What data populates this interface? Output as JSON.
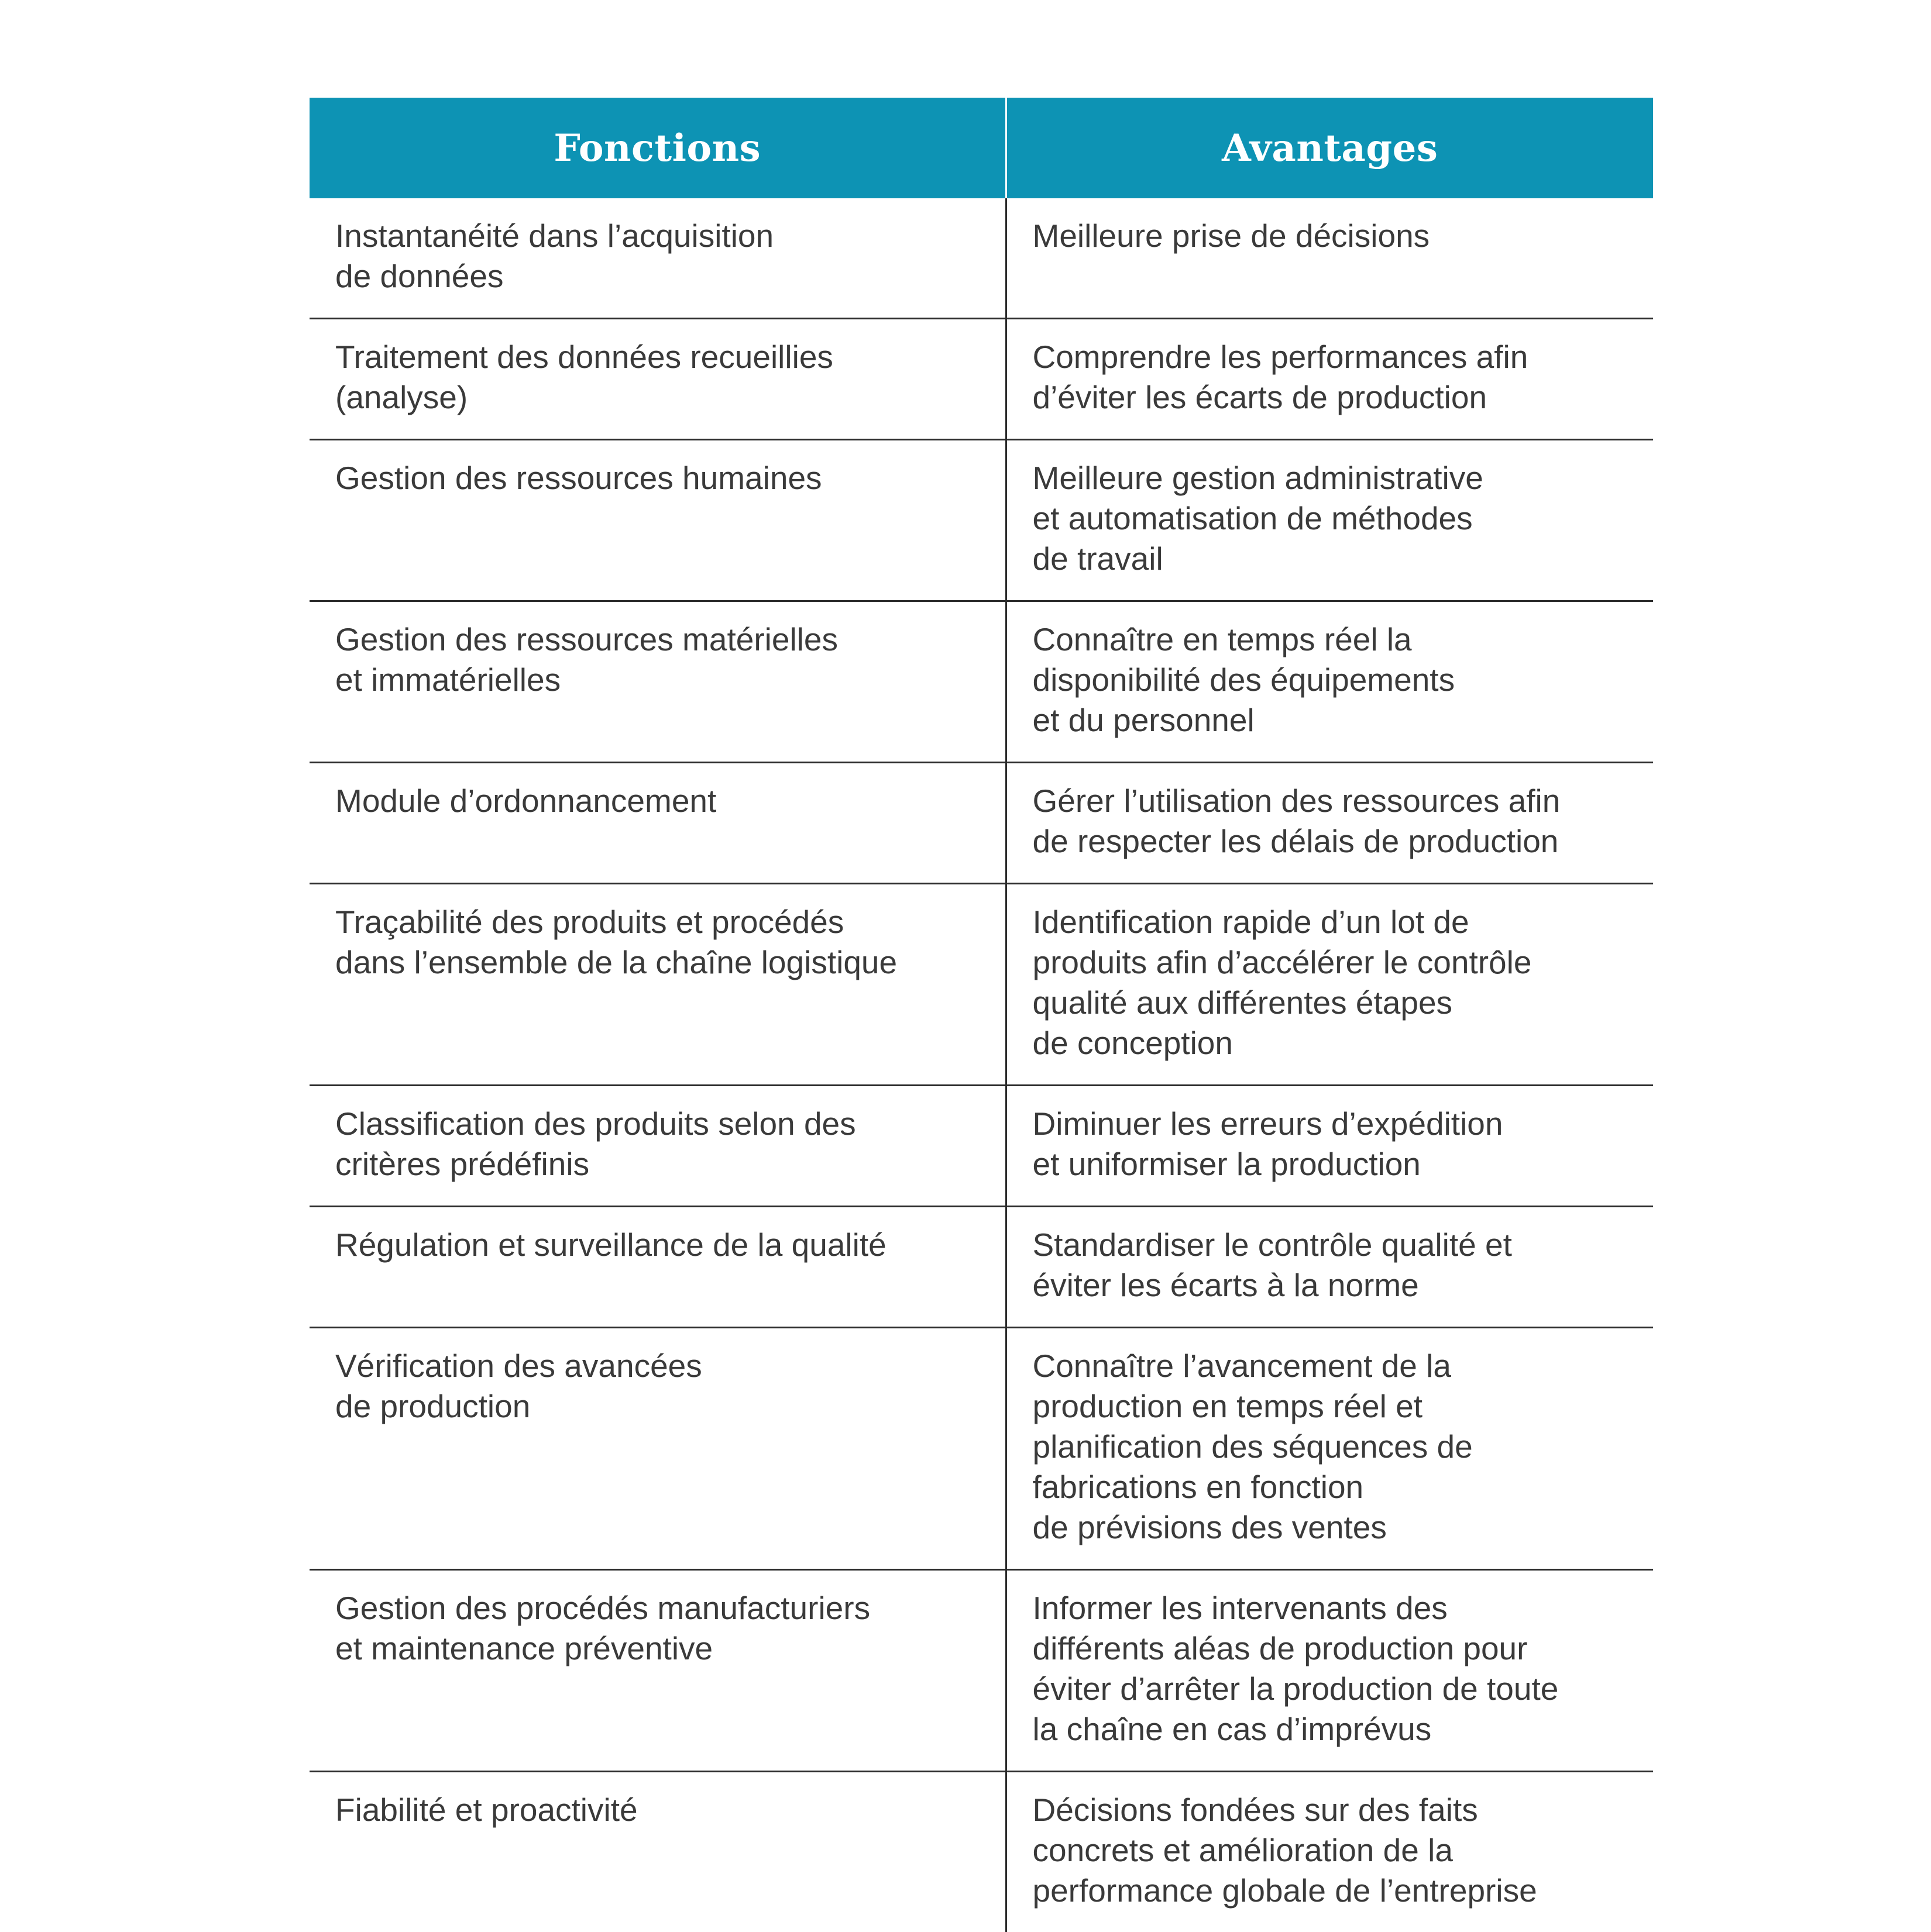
{
  "header": {
    "col1": "Fonctions",
    "col2": "Avantages"
  },
  "rows": [
    {
      "fonction": "Instantanéité dans l’acquisition\nde données",
      "avantage": "Meilleure prise de décisions"
    },
    {
      "fonction": "Traitement des données recueillies\n(analyse)",
      "avantage": "Comprendre les performances afin\nd’éviter les écarts de production"
    },
    {
      "fonction": "Gestion des ressources humaines",
      "avantage": "Meilleure gestion administrative\net automatisation de méthodes\nde travail"
    },
    {
      "fonction": "Gestion des ressources matérielles\net immatérielles",
      "avantage": "Connaître en temps réel la\ndisponibilité des équipements\net du personnel"
    },
    {
      "fonction": "Module d’ordonnancement",
      "avantage": "Gérer l’utilisation des ressources afin\nde respecter les délais de production"
    },
    {
      "fonction": "Traçabilité des produits et procédés\ndans l’ensemble de la chaîne logistique",
      "avantage": "Identification rapide d’un lot de\nproduits afin d’accélérer le contrôle\nqualité aux différentes étapes\nde conception"
    },
    {
      "fonction": "Classification des produits selon des\ncritères prédéfinis",
      "avantage": "Diminuer les erreurs d’expédition\n et uniformiser la production"
    },
    {
      "fonction": "Régulation et surveillance de la qualité",
      "avantage": "Standardiser le contrôle qualité et\néviter les écarts à la norme"
    },
    {
      "fonction": "Vérification des avancées\nde production",
      "avantage": "Connaître l’avancement de la\nproduction en temps réel et\nplanification des séquences de\nfabrications en fonction\nde prévisions des ventes"
    },
    {
      "fonction": "Gestion des procédés manufacturiers\net maintenance préventive",
      "avantage": "Informer les intervenants des\ndifférents aléas de production pour\néviter d’arrêter la production de toute\nla chaîne en cas d’imprévus"
    },
    {
      "fonction": "Fiabilité et proactivité",
      "avantage": "Décisions fondées sur des faits\nconcrets et amélioration de la\nperformance globale de l’entreprise"
    }
  ]
}
